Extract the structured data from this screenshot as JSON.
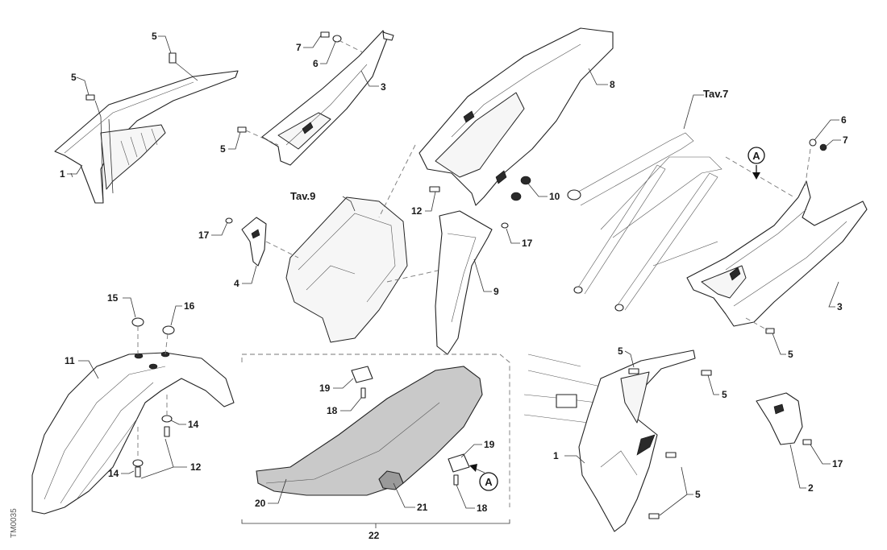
{
  "labels": {
    "n1a": "1",
    "n1b": "1",
    "n2": "2",
    "n3a": "3",
    "n3b": "3",
    "n4": "4",
    "n5a": "5",
    "n5b": "5",
    "n5c": "5",
    "n5d": "5",
    "n5e": "5",
    "n5f": "5",
    "n5g": "5",
    "n6a": "6",
    "n6b": "6",
    "n7a": "7",
    "n7b": "7",
    "n8": "8",
    "n9": "9",
    "n10": "10",
    "n11": "11",
    "n12a": "12",
    "n12b": "12",
    "n14a": "14",
    "n14b": "14",
    "n15": "15",
    "n16": "16",
    "n17a": "17",
    "n17b": "17",
    "n17c": "17",
    "n18a": "18",
    "n18b": "18",
    "n19a": "19",
    "n19b": "19",
    "n20": "20",
    "n21": "21",
    "n22": "22"
  },
  "references": {
    "tav9": "Tav.9",
    "tav7": "Tav.7",
    "detail_a_top": "A",
    "detail_a_seat": "A"
  },
  "drawing_code": "TM0035"
}
